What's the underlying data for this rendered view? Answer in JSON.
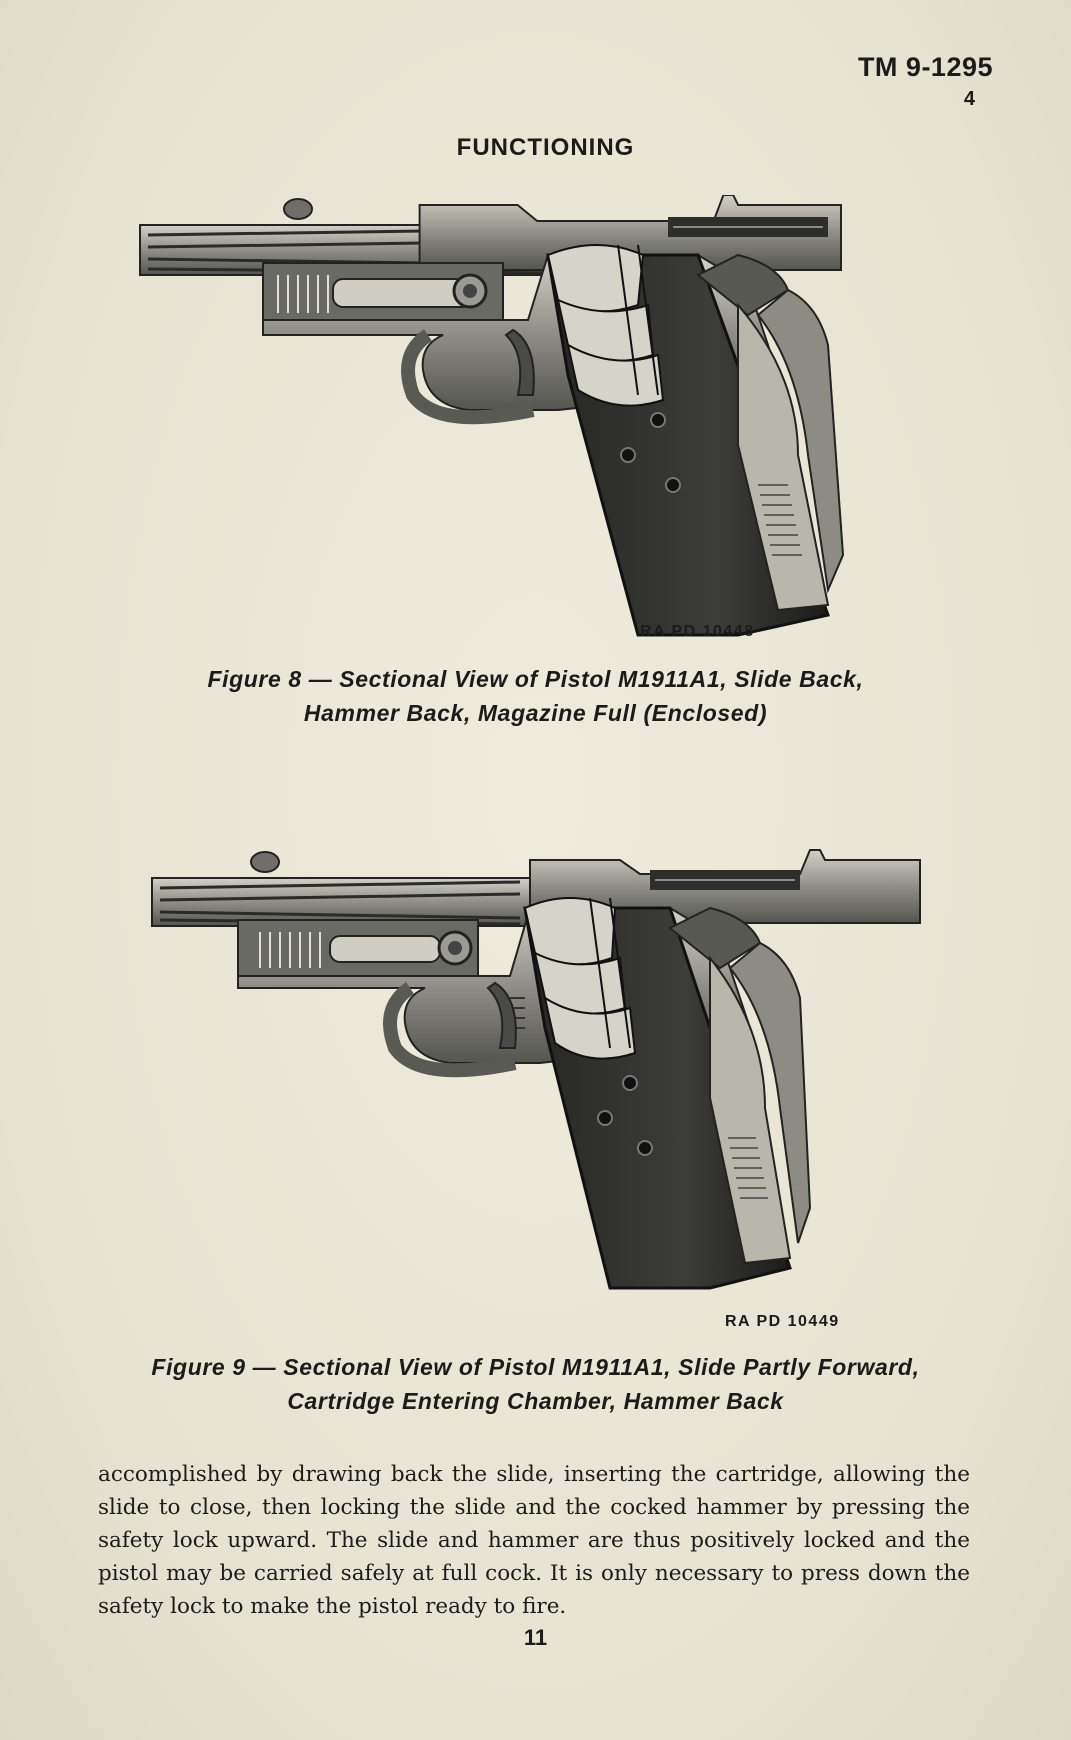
{
  "header": {
    "manual_code": "TM 9-1295",
    "section_number": "4"
  },
  "section_title": "FUNCTIONING",
  "figures": [
    {
      "ref_code": "RA PD 10448",
      "caption_line1": "Figure 8 — Sectional View of Pistol M1911A1, Slide Back,",
      "caption_line2": "Hammer Back, Magazine Full (Enclosed)"
    },
    {
      "ref_code": "RA PD 10449",
      "caption_line1": "Figure 9 — Sectional View of Pistol M1911A1, Slide Partly Forward,",
      "caption_line2": "Cartridge Entering Chamber, Hammer Back"
    }
  ],
  "body_text": "accomplished by drawing back the slide, inserting the cartridge, allowing the slide to close, then locking the slide and the cocked hammer by pressing the safety lock upward. The slide and hammer are thus positively locked and the pistol may be carried safely at full cock. It is only necessary to press down the safety lock to make the pistol ready to fire.",
  "page_number": "11",
  "colors": {
    "paper": "#e9e6d7",
    "ink": "#1b1b19",
    "metal_dark": "#2a2a28",
    "metal_mid": "#8a8a84",
    "metal_light": "#c9c7bc"
  }
}
